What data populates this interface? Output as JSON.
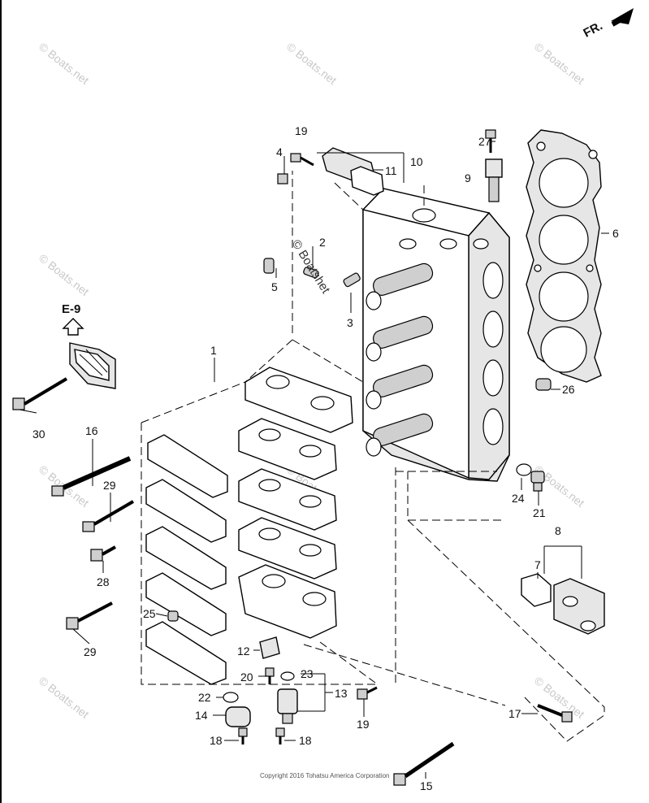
{
  "direction_marker": "FR.",
  "reference_marker": "E-9",
  "watermark": "© Boats.net",
  "stamp": "© Boatshet",
  "copyright": "Copyright 2016 Tohatsu America Corporation",
  "callouts": {
    "c1": "1",
    "c2": "2",
    "c3": "3",
    "c4": "4",
    "c5": "5",
    "c6": "6",
    "c7": "7",
    "c8": "8",
    "c9": "9",
    "c10": "10",
    "c11": "11",
    "c12": "12",
    "c13": "13",
    "c14": "14",
    "c15": "15",
    "c16": "16",
    "c17": "17",
    "c18a": "18",
    "c18b": "18",
    "c19a": "19",
    "c19b": "19",
    "c20": "20",
    "c21": "21",
    "c22": "22",
    "c23": "23",
    "c24": "24",
    "c25": "25",
    "c26": "26",
    "c27": "27",
    "c28": "28",
    "c29a": "29",
    "c29b": "29",
    "c30": "30"
  }
}
